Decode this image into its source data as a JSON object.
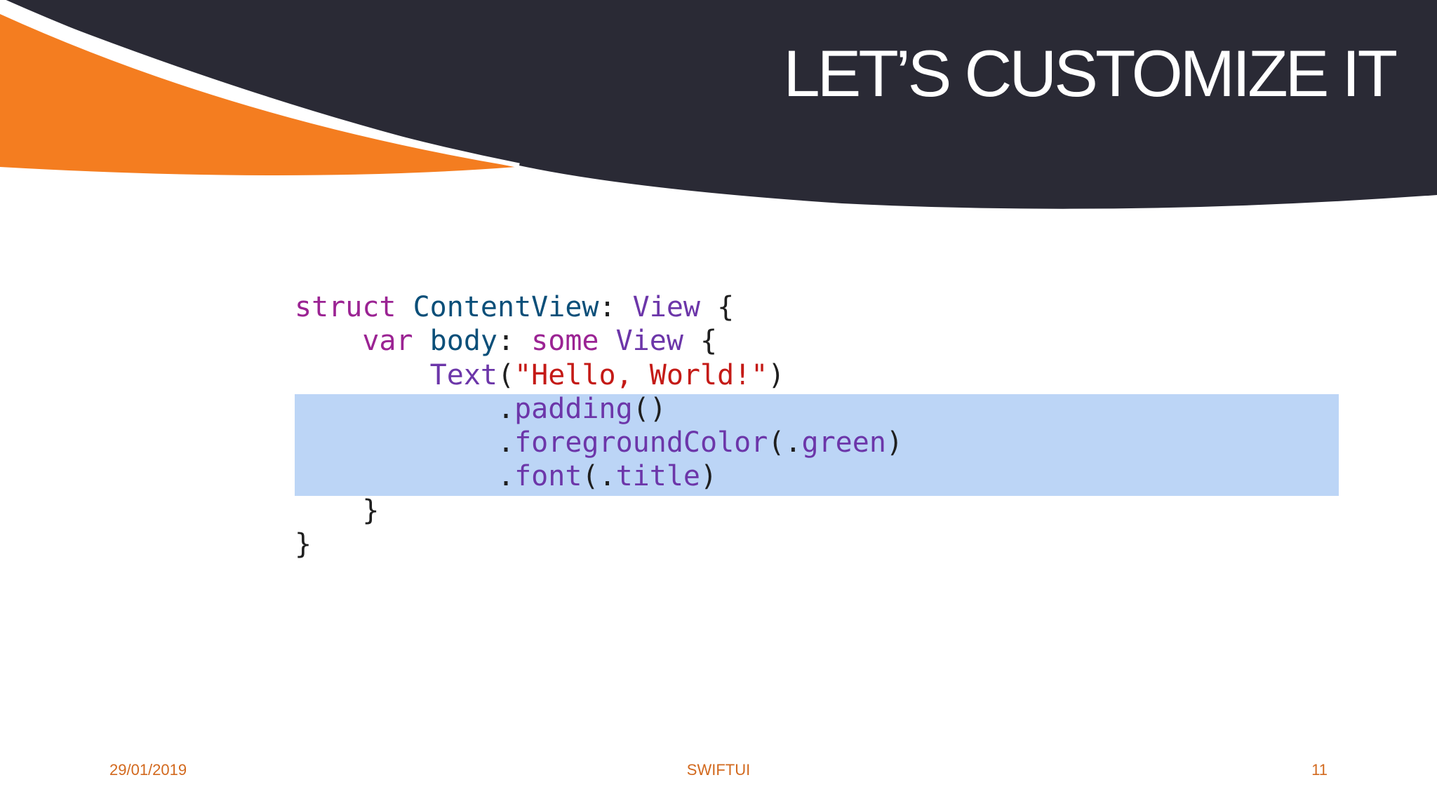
{
  "slide": {
    "title": "LET’S CUSTOMIZE IT",
    "colors": {
      "banner": "#2a2a35",
      "accent": "#f47d20",
      "highlight": "#bcd5f6",
      "footer": "#d2691e"
    }
  },
  "code": {
    "language": "Swift",
    "lines": [
      [
        {
          "t": "struct",
          "k": "keyword"
        },
        {
          "t": " ",
          "k": "plain"
        },
        {
          "t": "ContentView",
          "k": "type"
        },
        {
          "t": ": ",
          "k": "plain"
        },
        {
          "t": "View",
          "k": "builtin"
        },
        {
          "t": " {",
          "k": "plain"
        }
      ],
      [
        {
          "t": "    ",
          "k": "plain"
        },
        {
          "t": "var",
          "k": "keyword"
        },
        {
          "t": " ",
          "k": "plain"
        },
        {
          "t": "body",
          "k": "type"
        },
        {
          "t": ": ",
          "k": "plain"
        },
        {
          "t": "some",
          "k": "keyword"
        },
        {
          "t": " ",
          "k": "plain"
        },
        {
          "t": "View",
          "k": "builtin"
        },
        {
          "t": " {",
          "k": "plain"
        }
      ],
      [
        {
          "t": "        ",
          "k": "plain"
        },
        {
          "t": "Text",
          "k": "builtin"
        },
        {
          "t": "(",
          "k": "plain"
        },
        {
          "t": "\"Hello, World!\"",
          "k": "string"
        },
        {
          "t": ")",
          "k": "plain"
        }
      ],
      [
        {
          "t": "            .",
          "k": "plain"
        },
        {
          "t": "padding",
          "k": "builtin"
        },
        {
          "t": "()",
          "k": "plain"
        }
      ],
      [
        {
          "t": "            .",
          "k": "plain"
        },
        {
          "t": "foregroundColor",
          "k": "builtin"
        },
        {
          "t": "(.",
          "k": "plain"
        },
        {
          "t": "green",
          "k": "builtin"
        },
        {
          "t": ")",
          "k": "plain"
        }
      ],
      [
        {
          "t": "            .",
          "k": "plain"
        },
        {
          "t": "font",
          "k": "builtin"
        },
        {
          "t": "(.",
          "k": "plain"
        },
        {
          "t": "title",
          "k": "builtin"
        },
        {
          "t": ")",
          "k": "plain"
        }
      ],
      [
        {
          "t": "    }",
          "k": "plain"
        }
      ],
      [
        {
          "t": "}",
          "k": "plain"
        }
      ]
    ],
    "highlighted_lines": [
      4,
      5,
      6
    ]
  },
  "footer": {
    "date": "29/01/2019",
    "title": "SWIFTUI",
    "page_number": "11"
  }
}
